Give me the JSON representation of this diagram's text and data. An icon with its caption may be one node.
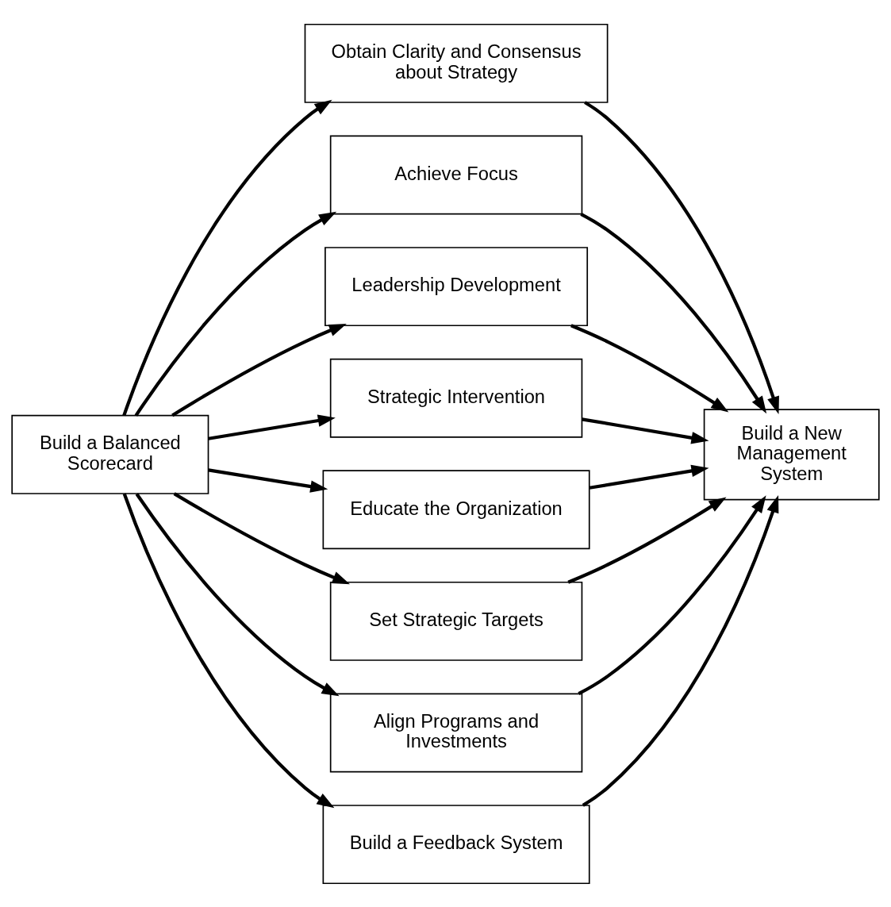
{
  "diagram": {
    "nodes": [
      {
        "text": [
          "Build a Balanced Scorecard"
        ]
      },
      {
        "text": [
          "Obtain Clarity and Consensus about Strategy"
        ]
      },
      {
        "text": [
          "Achieve Focus"
        ]
      },
      {
        "text": [
          "Leadership Development"
        ]
      },
      {
        "text": [
          "Strategic Intervention"
        ]
      },
      {
        "text": [
          "Educate the Organization"
        ]
      },
      {
        "text": [
          "Set Strategic Targets"
        ]
      },
      {
        "text": [
          "Align Programs and Investments"
        ]
      },
      {
        "text": [
          "Build a Feedback System"
        ]
      },
      {
        "text": [
          "Build a New Management System"
        ]
      }
    ],
    "edges": [
      {
        "from": 0,
        "to": 1,
        "arrow": "to"
      },
      {
        "from": 0,
        "to": 2,
        "arrow": "to"
      },
      {
        "from": 0,
        "to": 3,
        "arrow": "to"
      },
      {
        "from": 0,
        "to": 4,
        "arrow": "to"
      },
      {
        "from": 0,
        "to": 5,
        "arrow": "to"
      },
      {
        "from": 0,
        "to": 6,
        "arrow": "to"
      },
      {
        "from": 0,
        "to": 7,
        "arrow": "to"
      },
      {
        "from": 0,
        "to": 8,
        "arrow": "to"
      },
      {
        "from": 1,
        "to": 9,
        "arrow": "to"
      },
      {
        "from": 2,
        "to": 9,
        "arrow": "to"
      },
      {
        "from": 3,
        "to": 9,
        "arrow": "to"
      },
      {
        "from": 4,
        "to": 9,
        "arrow": "to"
      },
      {
        "from": 5,
        "to": 9,
        "arrow": "to"
      },
      {
        "from": 6,
        "to": 9,
        "arrow": "to"
      },
      {
        "from": 7,
        "to": 9,
        "arrow": "to"
      },
      {
        "from": 8,
        "to": 9,
        "arrow": "to"
      }
    ]
  }
}
